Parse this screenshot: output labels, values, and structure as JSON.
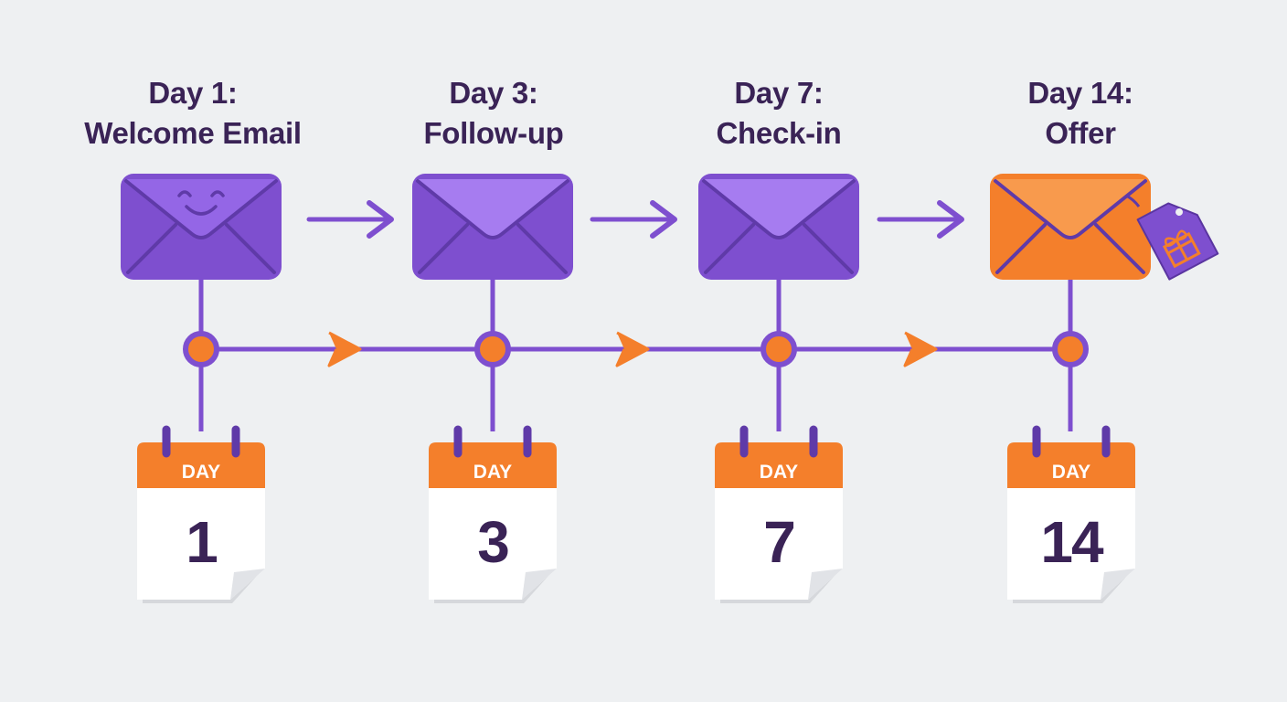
{
  "colors": {
    "background": "#eef0f2",
    "purple": "#7e4fcf",
    "purple_dark": "#5f3aa8",
    "envelope_flap": "#a67cf0",
    "orange": "#f47f2b",
    "orange_light": "#f89a4d",
    "text_dark": "#3a2356"
  },
  "steps": [
    {
      "title_line1": "Day 1:",
      "title_line2": "Welcome Email",
      "calendar_word": "DAY",
      "calendar_number": "1",
      "icon": "smiling-envelope-icon",
      "accent": "purple"
    },
    {
      "title_line1": "Day 3:",
      "title_line2": "Follow-up",
      "calendar_word": "DAY",
      "calendar_number": "3",
      "icon": "envelope-icon",
      "accent": "purple"
    },
    {
      "title_line1": "Day 7:",
      "title_line2": "Check-in",
      "calendar_word": "DAY",
      "calendar_number": "7",
      "icon": "envelope-icon",
      "accent": "purple"
    },
    {
      "title_line1": "Day 14:",
      "title_line2": "Offer",
      "calendar_word": "DAY",
      "calendar_number": "14",
      "icon": "gift-tag-envelope-icon",
      "accent": "orange"
    }
  ]
}
